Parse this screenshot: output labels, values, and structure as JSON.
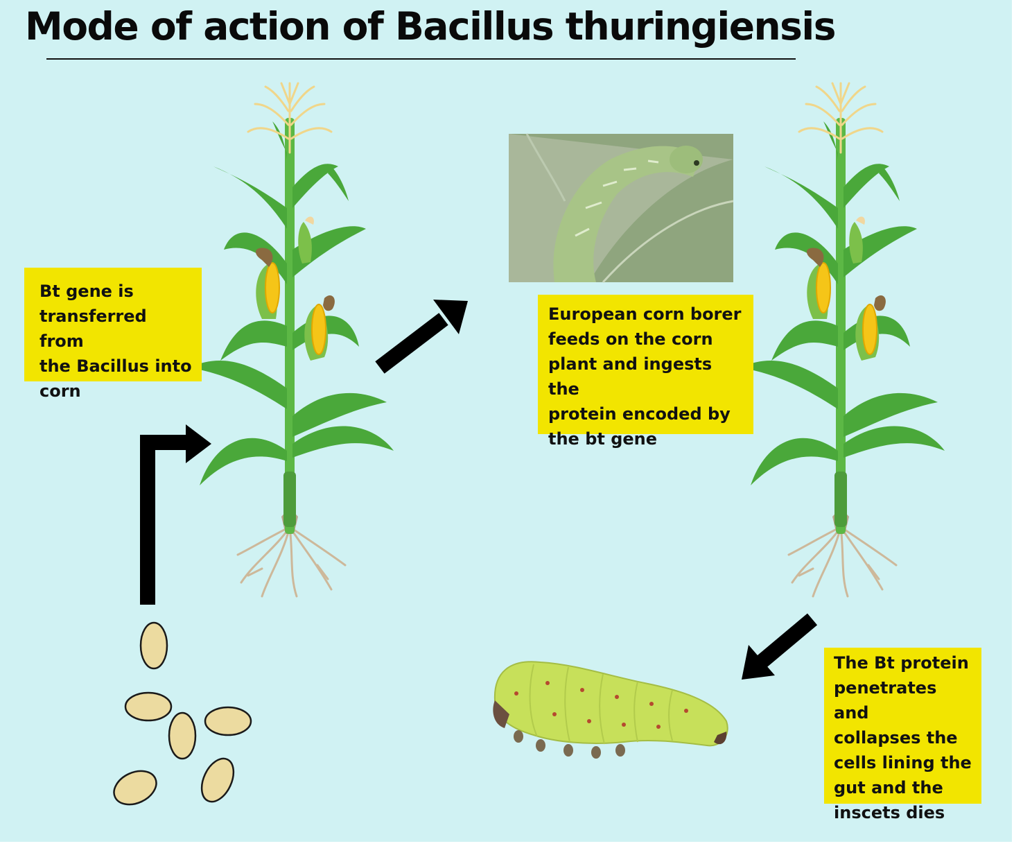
{
  "title": "Mode of action of Bacillus thuringiensis",
  "callouts": {
    "gene_transfer": "Bt gene is\ntransferred from\nthe Bacillus into\n corn",
    "borer_feeds": "European corn borer\nfeeds on the corn\nplant and ingests the\nprotein encoded by\nthe bt gene",
    "protein_action": "The Bt protein\npenetrates and\ncollapses the\ncells lining the\ngut  and the\ninscets dies"
  },
  "colors": {
    "background": "#d0f2f3",
    "callout": "#f2e500",
    "leaf": "#4aa83a",
    "stem": "#5cb845",
    "seed": "#ecdba0",
    "root": "#cdb89a",
    "caterpillar": "#c7e05a",
    "arrow": "#000000"
  }
}
